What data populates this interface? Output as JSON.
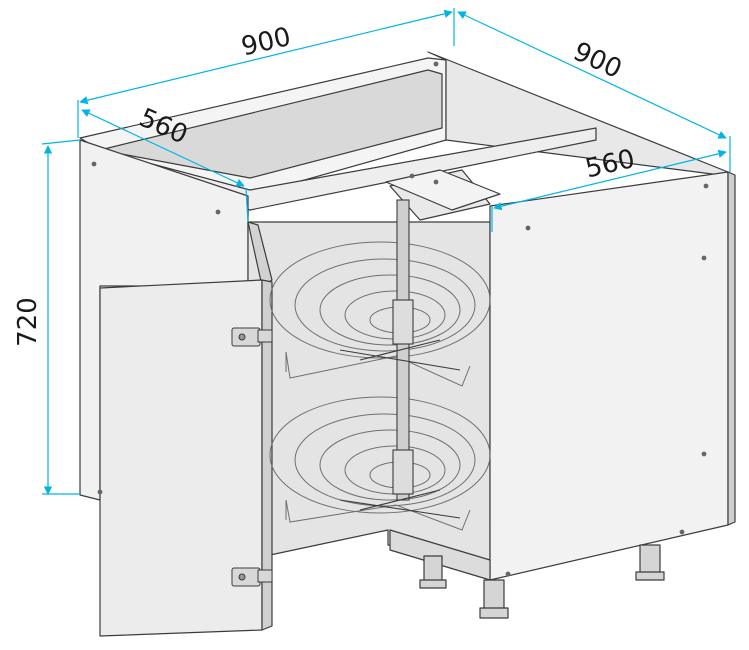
{
  "dimensions": {
    "top_left_width": "900",
    "top_right_width": "900",
    "left_depth": "560",
    "right_depth": "560",
    "height": "720"
  },
  "colors": {
    "dimension_line": "#00b4e6",
    "panel_light": "#f2f2f2",
    "panel_mid": "#e2e2e2",
    "panel_dark": "#cfcfcf",
    "outline": "#3c3c3c",
    "wire": "#666666"
  }
}
